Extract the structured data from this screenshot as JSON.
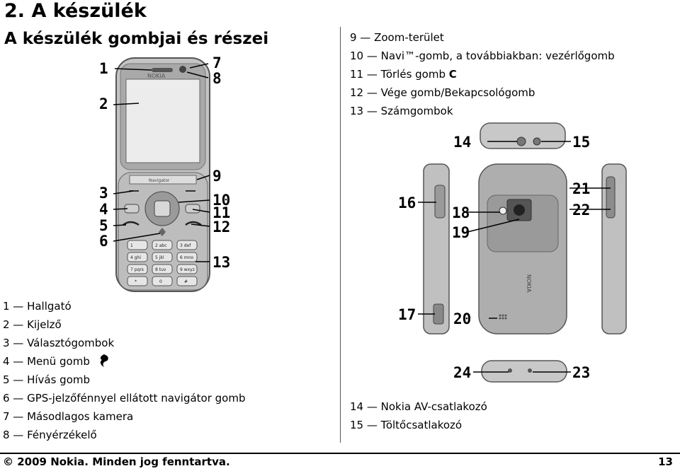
{
  "header": {
    "chapter_title": "2.  A készülék",
    "section_title": "A készülék gombjai és részei"
  },
  "front_diagram": {
    "brand_text": "NOKIA",
    "navigator_text": "Navigator",
    "callouts": [
      "1",
      "2",
      "3",
      "4",
      "5",
      "6",
      "7",
      "8",
      "9",
      "10",
      "11",
      "12",
      "13"
    ],
    "keypad_labels": [
      "1",
      "2 abc",
      "3 def",
      "4 ghi",
      "5 jkl",
      "6 mno",
      "7 pqrs",
      "8 tuv",
      "9 wxyz",
      "*",
      "0",
      "#"
    ]
  },
  "legend_top": [
    {
      "text": "9 — Zoom-terület"
    },
    {
      "text": "10 — Navi™-gomb, a továbbiakban: vezérlőgomb"
    },
    {
      "text": "11 — Törlés gomb"
    },
    {
      "text": "12 — Vége gomb/Bekapcsológomb"
    },
    {
      "text": "13 — Számgombok"
    }
  ],
  "delete_key_glyph": "C",
  "legend_left": [
    {
      "text": "1 — Hallgató"
    },
    {
      "text": "2 — Kijelző"
    },
    {
      "text": "3 — Választógombok"
    },
    {
      "text": "4 — Menü gomb"
    },
    {
      "text": "5 — Hívás gomb"
    },
    {
      "text": "6 — GPS-jelzőfénnyel ellátott navigátor gomb"
    },
    {
      "text": "7 — Másodlagos kamera"
    },
    {
      "text": "8 — Fényérzékelő"
    }
  ],
  "legend_right": [
    {
      "text": "14 — Nokia AV-csatlakozó"
    },
    {
      "text": "15 — Töltőcsatlakozó"
    }
  ],
  "views_diagram": {
    "back_brand_text": "NOKIA",
    "callouts": [
      "14",
      "15",
      "16",
      "17",
      "18",
      "19",
      "20",
      "21",
      "22",
      "23",
      "24"
    ]
  },
  "footer": {
    "copyright": "© 2009 Nokia. Minden jog fenntartva.",
    "page_number": "13"
  },
  "colors": {
    "text": "#000000",
    "phone_body": "#b9b9b9",
    "phone_dark": "#6e6e6e",
    "screen": "#ececec"
  }
}
